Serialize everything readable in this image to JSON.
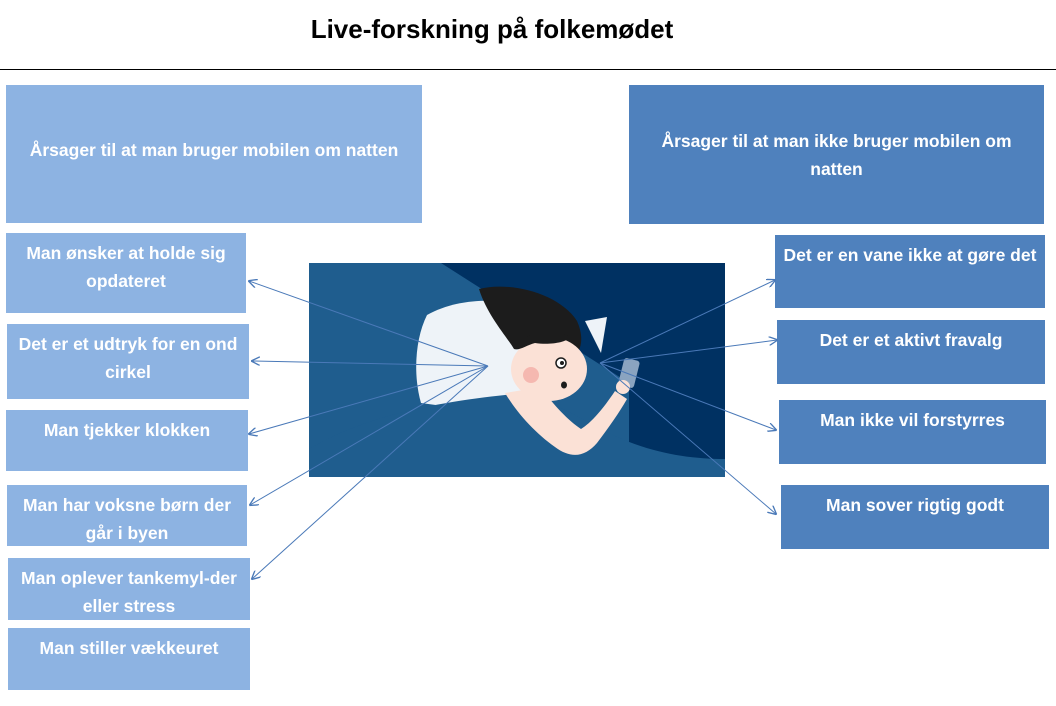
{
  "title": "Live-forskning på folkemødet",
  "colors": {
    "left_box": "#8db3e2",
    "right_box": "#4f81bd",
    "scene_dark": "#003162",
    "scene_light": "#1e5b8c",
    "arrow": "#4a79b8"
  },
  "left_header": "Årsager til at man bruger mobilen om natten",
  "right_header": "Årsager til at man ikke bruger mobilen om natten",
  "left_items": [
    "Man ønsker at holde sig opdateret",
    "Det er et udtryk for en ond cirkel",
    "Man tjekker klokken",
    "Man har voksne børn der går i byen",
    "Man oplever tankemyl-der eller stress",
    "Man stiller vækkeuret"
  ],
  "right_items": [
    "Det er en vane ikke at gøre det",
    "Det er et aktivt fravalg",
    "Man ikke vil forstyrres",
    "Man sover rigtig godt"
  ],
  "illustration": "person-in-bed-using-phone"
}
